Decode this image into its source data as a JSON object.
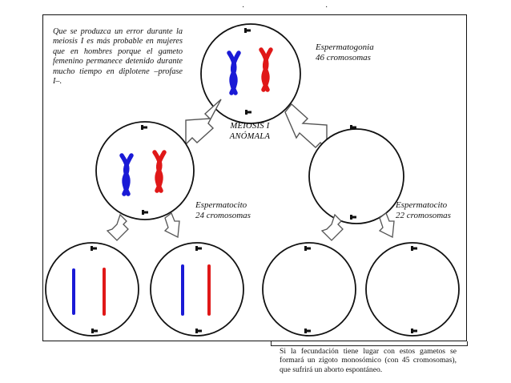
{
  "intro_note": "Que se produzca un error durante la meiosis I es más probable en mujeres que en hombres porque el gameto femenino permanece detenido durante mucho tiempo en diplotene –profase I–.",
  "spermatogonia": {
    "name": "Espermatogonia",
    "count": "46 cromosomas"
  },
  "process_label": {
    "line1": "MEIOSIS I",
    "line2": "ANÓMALA"
  },
  "spermatocyte_left": {
    "name": "Espermatocito",
    "count": "24 cromosomas"
  },
  "spermatocyte_right": {
    "name": "Espermatocito",
    "count": "22 cromosomas"
  },
  "footnote": "Si la fecundación tiene lugar con estos gametos se formará un zigoto monosómico (con 45 cromosomas), que sufrirá un aborto espontáneo.",
  "colors": {
    "blue": "#1a1ad6",
    "red": "#e01818",
    "outline": "#111111"
  }
}
